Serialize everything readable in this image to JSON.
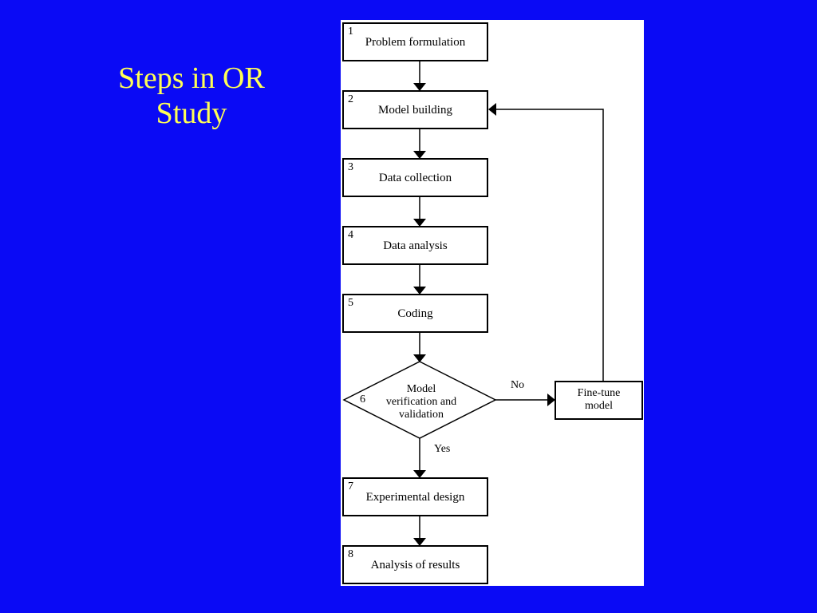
{
  "title": {
    "line1": "Steps in OR",
    "line2": "Study"
  },
  "steps": [
    {
      "num": "1",
      "label": "Problem formulation"
    },
    {
      "num": "2",
      "label": "Model building"
    },
    {
      "num": "3",
      "label": "Data collection"
    },
    {
      "num": "4",
      "label": "Data analysis"
    },
    {
      "num": "5",
      "label": "Coding"
    },
    {
      "num": "6",
      "line1": "Model",
      "line2": "verification and",
      "line3": "validation"
    },
    {
      "num": "7",
      "label": "Experimental design"
    },
    {
      "num": "8",
      "label": "Analysis of results"
    }
  ],
  "finetune": {
    "line1": "Fine-tune",
    "line2": "model"
  },
  "edges": {
    "no": "No",
    "yes": "Yes"
  },
  "colors": {
    "background": "#0a0af5",
    "title": "#ffff55",
    "panel": "#ffffff",
    "line": "#000000"
  }
}
